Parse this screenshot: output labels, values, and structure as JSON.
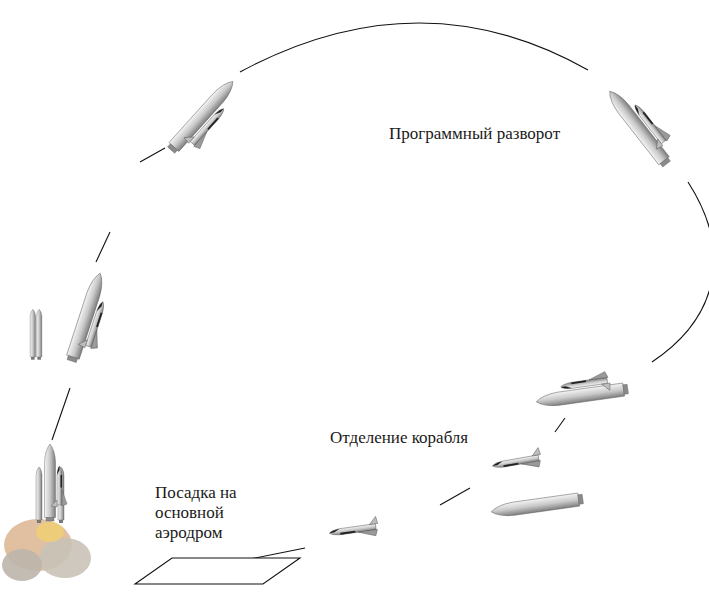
{
  "diagram": {
    "labels": [
      "Программный разворот",
      "Отделение корабля",
      "Посадка на основной аэродром"
    ]
  }
}
